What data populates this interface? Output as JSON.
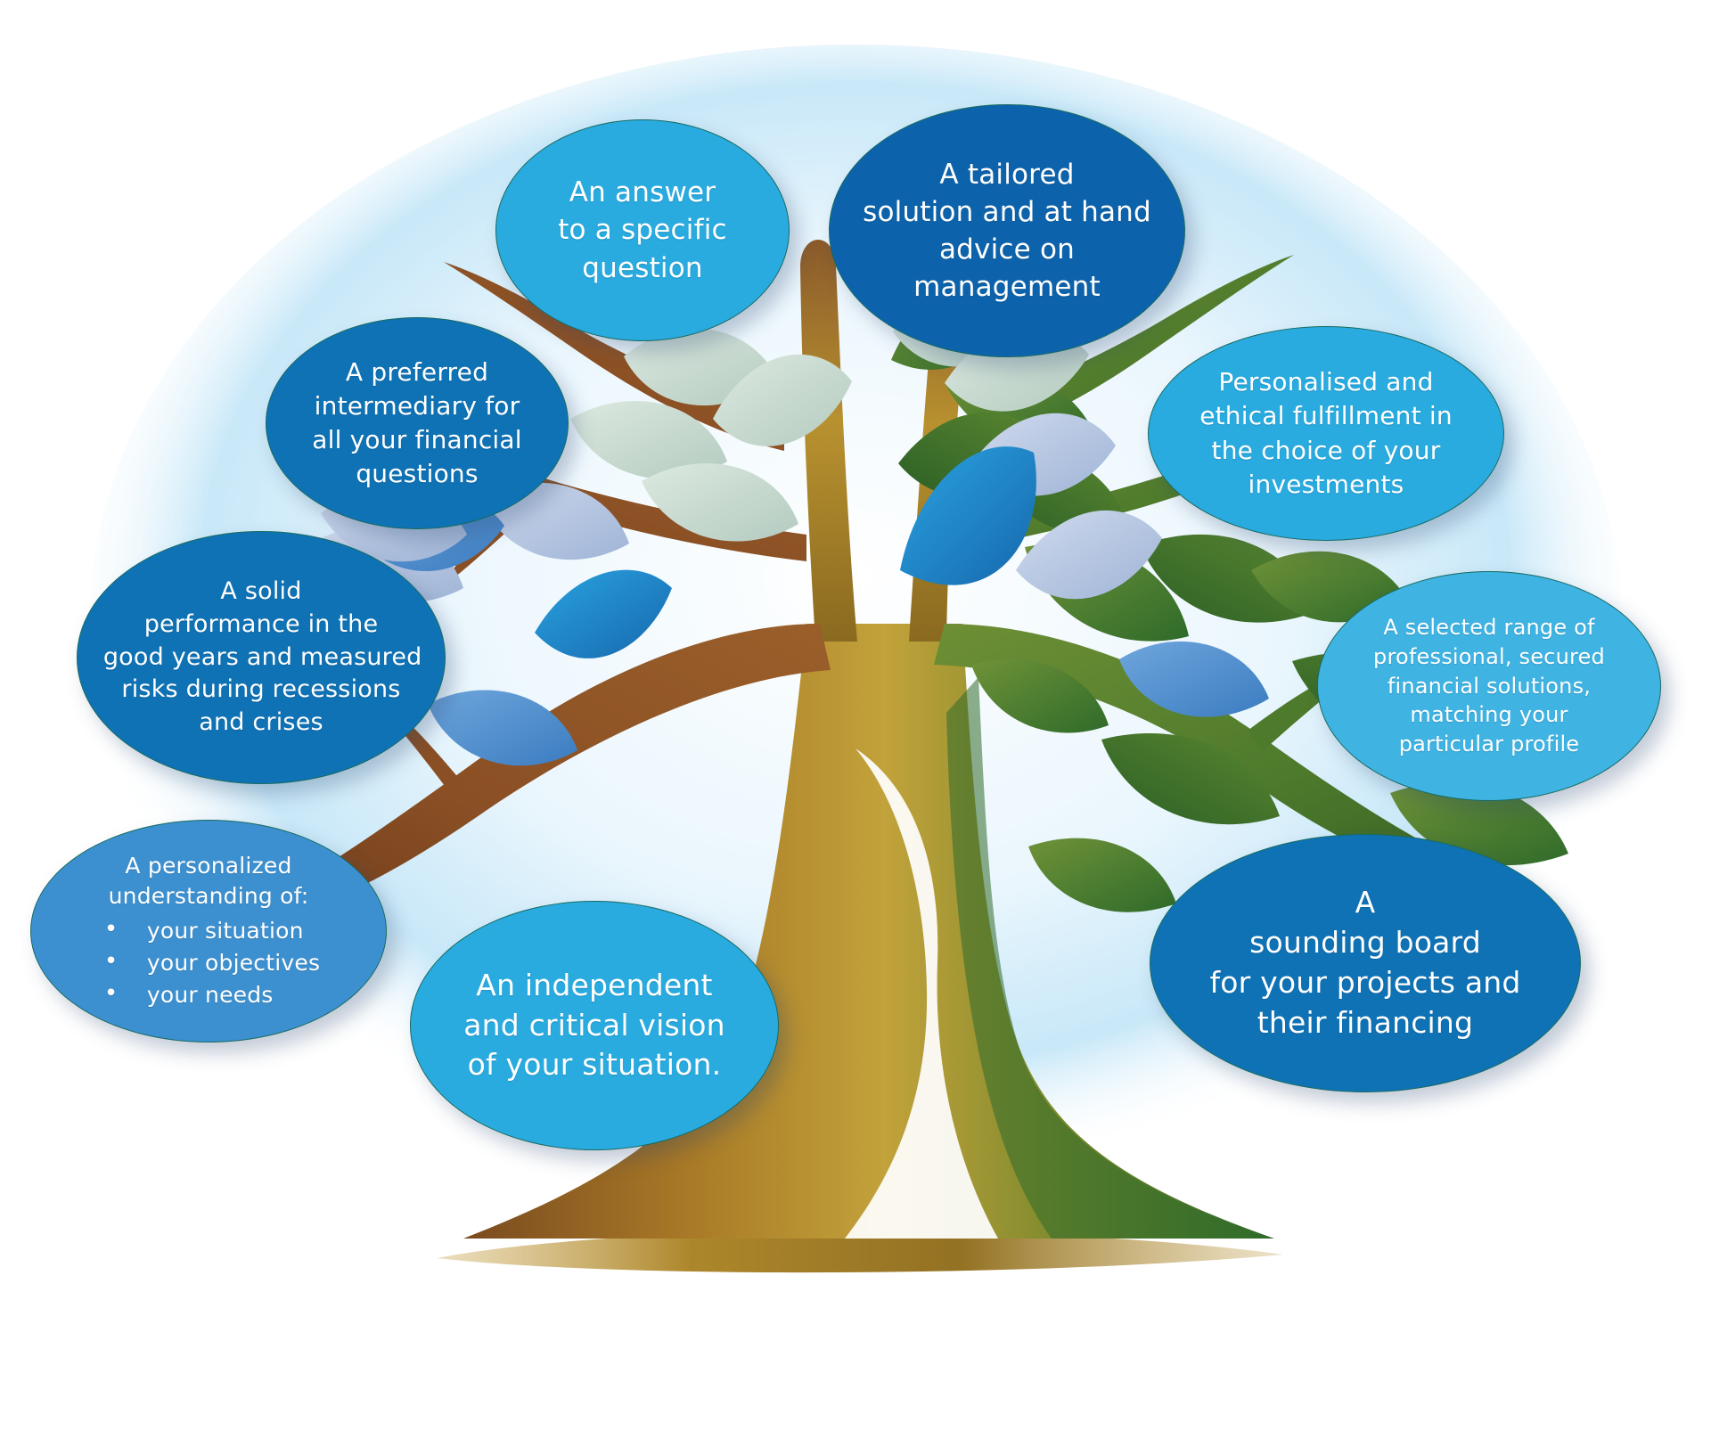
{
  "diagram": {
    "title": "Financial advisor value tree",
    "background_color": "#ffffff",
    "colors": {
      "mid_blue": "#1380bf",
      "cyan": "#29abdf",
      "dark_blue": "#0f72b5",
      "deep_blue": "#0d63ab",
      "steel_blue": "#3d90cf",
      "sky_blue": "#3fb3e2",
      "ellipse_outline": "#186b62",
      "trunk_brown": "#8a5a2b",
      "trunk_gold": "#b8912f",
      "leaf_green_dark": "#2f6b2a",
      "leaf_green": "#5a8a33",
      "leaf_blue": "#1f8fd4",
      "leaf_pale": "#c8d9cf",
      "glow_blue": "#bfe4f7"
    },
    "tree": {
      "left_branch_color": "#8a5a2b",
      "right_branch_color": "#5a8a33",
      "trunk_gradient_from": "#8a5a2b",
      "trunk_gradient_to": "#2f6b2a",
      "ground_shadow_color": "#a07b33"
    }
  },
  "callouts": [
    {
      "id": "answer",
      "name": "callout-answer",
      "color": "#29abdf",
      "lines": [
        "An answer",
        "to a specific",
        "question"
      ]
    },
    {
      "id": "tailored",
      "name": "callout-tailored",
      "color": "#0d63ab",
      "lines": [
        "A tailored",
        "solution and at hand",
        "advice on",
        "management"
      ]
    },
    {
      "id": "intermediary",
      "name": "callout-intermediary",
      "color": "#0f72b5",
      "lines": [
        "A preferred",
        "intermediary for",
        "all your financial",
        "questions"
      ]
    },
    {
      "id": "personalised",
      "name": "callout-personalised",
      "color": "#29abdf",
      "lines": [
        "Personalised and",
        "ethical fulfillment in",
        "the choice of your",
        "investments"
      ]
    },
    {
      "id": "solid",
      "name": "callout-solid",
      "color": "#0f72b5",
      "lines": [
        "A solid",
        "performance in the",
        "good years and measured",
        "risks during recessions",
        "and crises"
      ]
    },
    {
      "id": "selected",
      "name": "callout-selected",
      "color": "#3fb3e2",
      "lines": [
        "A selected range of",
        "professional, secured",
        "financial solutions,",
        "matching your",
        "particular profile"
      ]
    },
    {
      "id": "personalized",
      "name": "callout-personalized",
      "color": "#3d90cf",
      "heading": [
        "A personalized",
        "understanding of:"
      ],
      "bullets": [
        "your situation",
        "your objectives",
        "your needs"
      ]
    },
    {
      "id": "sounding",
      "name": "callout-sounding",
      "color": "#0f72b5",
      "lines": [
        "A",
        "sounding board",
        "for your projects and",
        "their financing"
      ]
    },
    {
      "id": "independent",
      "name": "callout-independent",
      "color": "#29abdf",
      "lines": [
        "An independent",
        "and critical vision",
        "of your situation."
      ]
    }
  ],
  "text": {
    "answer": {
      "l0": "An answer",
      "l1": "to a specific",
      "l2": "question"
    },
    "tailored": {
      "l0": "A tailored",
      "l1": "solution and at hand",
      "l2": "advice on",
      "l3": "management"
    },
    "intermediary": {
      "l0": "A preferred",
      "l1": "intermediary for",
      "l2": "all your financial",
      "l3": "questions"
    },
    "personalised": {
      "l0": "Personalised and",
      "l1": "ethical fulfillment in",
      "l2": "the choice of your",
      "l3": "investments"
    },
    "solid": {
      "l0": "A solid",
      "l1": "performance in the",
      "l2": "good years and measured",
      "l3": "risks during recessions",
      "l4": "and crises"
    },
    "selected": {
      "l0": "A selected range of",
      "l1": "professional, secured",
      "l2": "financial solutions,",
      "l3": "matching your",
      "l4": "particular profile"
    },
    "personalized": {
      "l0": "A personalized",
      "l1": "understanding of:",
      "b0": "your situation",
      "b1": "your objectives",
      "b2": "your needs"
    },
    "sounding": {
      "l0": "A",
      "l1": "sounding board",
      "l2": "for your projects and",
      "l3": "their financing"
    },
    "independent": {
      "l0": "An independent",
      "l1": "and critical vision",
      "l2": "of your situation."
    }
  }
}
